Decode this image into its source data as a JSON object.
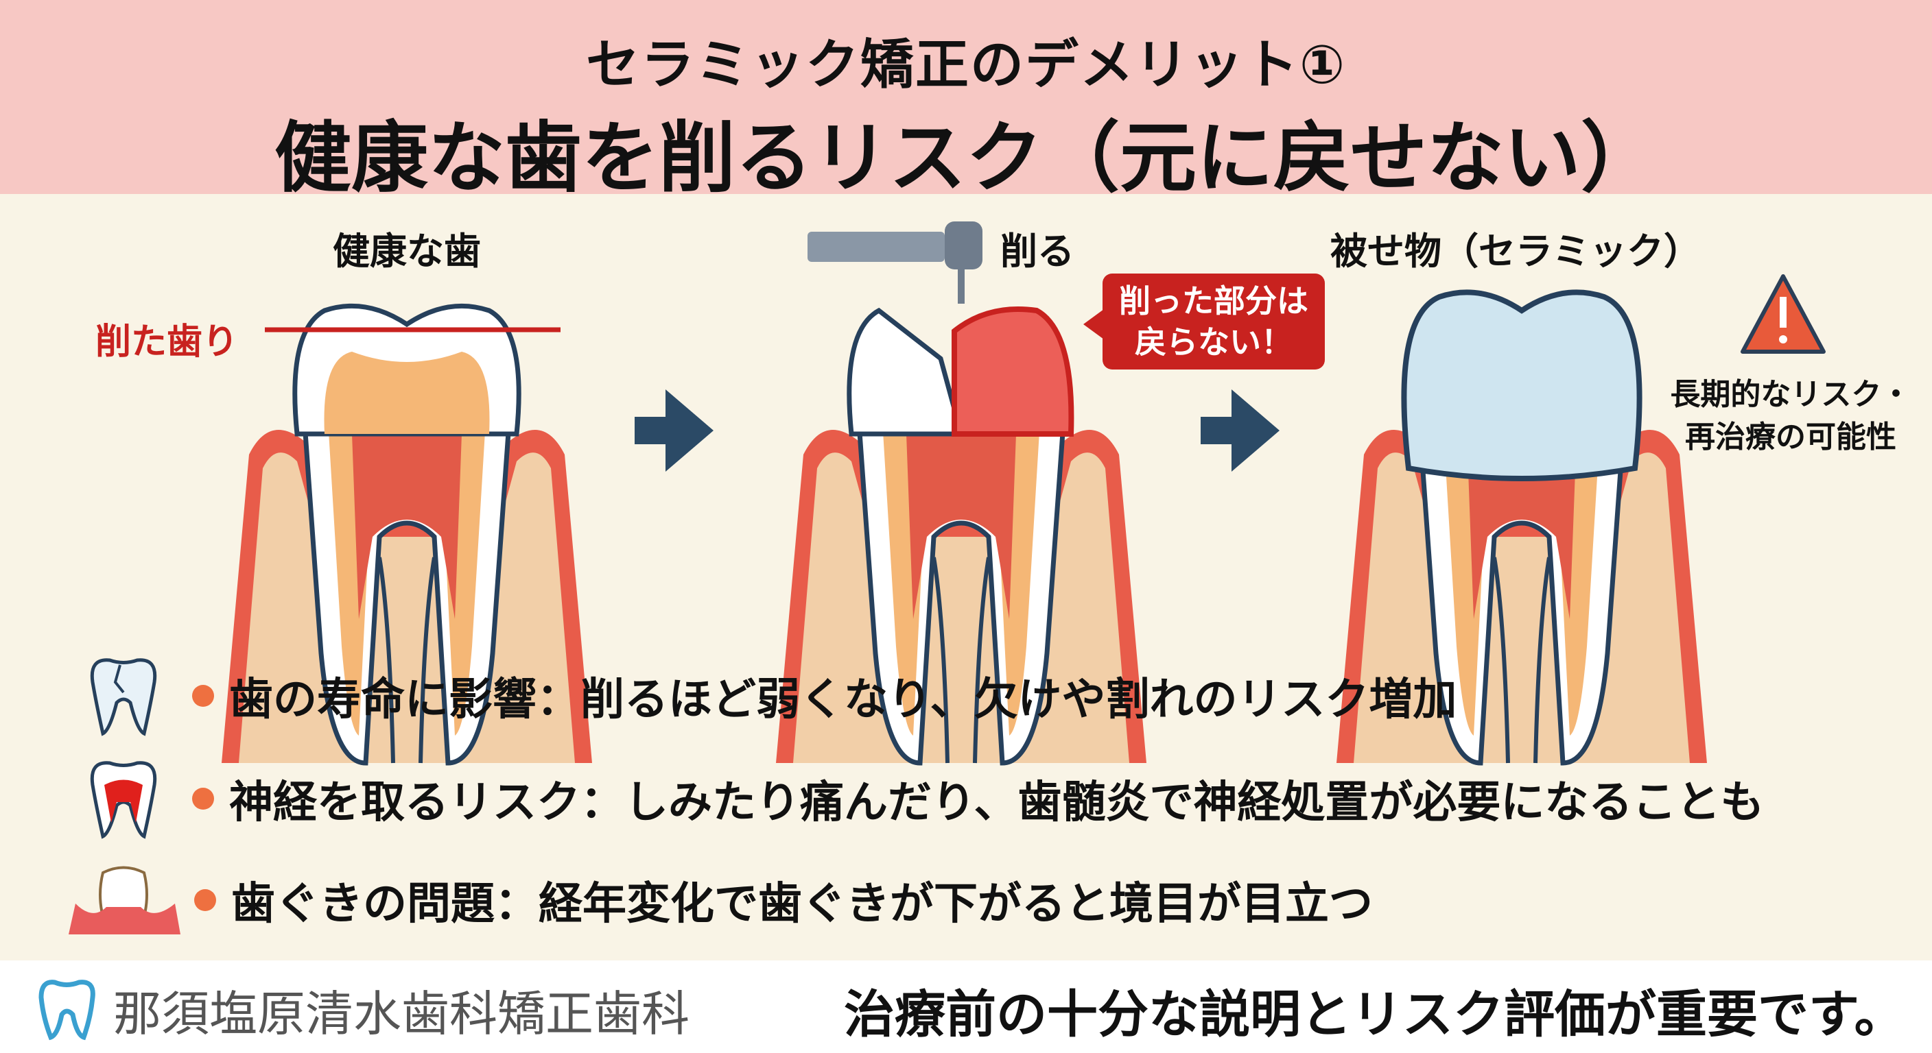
{
  "header": {
    "subtitle": "セラミック矯正のデメリット①",
    "title": "健康な歯を削るリスク（元に戻せない）"
  },
  "panels": [
    {
      "label": "健康な歯",
      "annotation": "削た歯り"
    },
    {
      "label": "削る",
      "callout_line1": "削った部分は",
      "callout_line2": "戻らない！"
    },
    {
      "label": "被せ物（セラミック）",
      "warning_line1": "長期的なリスク・",
      "warning_line2": "再治療の可能性"
    }
  ],
  "bullets": [
    {
      "icon": "cracked-tooth-icon",
      "text": "歯の寿命に影響：削るほど弱くなり、欠けや割れのリスク増加"
    },
    {
      "icon": "inflamed-tooth-icon",
      "text": "神経を取るリスク：しみたり痛んだり、歯髄炎で神経処置が必要になることも"
    },
    {
      "icon": "receding-gum-icon",
      "text": "歯ぐきの問題：経年変化で歯ぐきが下がると境目が目立つ"
    }
  ],
  "footer": {
    "clinic": "那須塩原清水歯科矯正歯科",
    "note": "治療前の十分な説明とリスク評価が重要です。"
  },
  "colors": {
    "header_bg": "#f7c8c4",
    "accent_red": "#c8221f",
    "arrow": "#2b4a66",
    "bullet_dot": "#ee7040"
  }
}
